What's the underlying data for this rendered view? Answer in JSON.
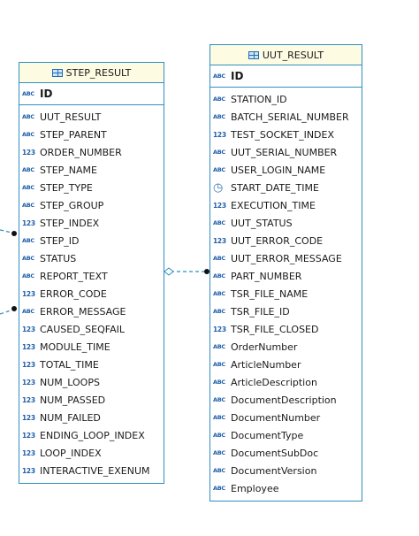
{
  "step_result": {
    "title": "STEP_RESULT",
    "id_col": {
      "icon": "ABC",
      "name": "ID"
    },
    "columns": [
      {
        "icon": "ABC",
        "name": "UUT_RESULT"
      },
      {
        "icon": "ABC",
        "name": "STEP_PARENT"
      },
      {
        "icon": "123",
        "name": "ORDER_NUMBER"
      },
      {
        "icon": "ABC",
        "name": "STEP_NAME"
      },
      {
        "icon": "ABC",
        "name": "STEP_TYPE"
      },
      {
        "icon": "ABC",
        "name": "STEP_GROUP"
      },
      {
        "icon": "123",
        "name": "STEP_INDEX"
      },
      {
        "icon": "ABC",
        "name": "STEP_ID"
      },
      {
        "icon": "ABC",
        "name": "STATUS"
      },
      {
        "icon": "ABC",
        "name": "REPORT_TEXT"
      },
      {
        "icon": "123",
        "name": "ERROR_CODE"
      },
      {
        "icon": "ABC",
        "name": "ERROR_MESSAGE"
      },
      {
        "icon": "123",
        "name": "CAUSED_SEQFAIL"
      },
      {
        "icon": "123",
        "name": "MODULE_TIME"
      },
      {
        "icon": "123",
        "name": "TOTAL_TIME"
      },
      {
        "icon": "123",
        "name": "NUM_LOOPS"
      },
      {
        "icon": "123",
        "name": "NUM_PASSED"
      },
      {
        "icon": "123",
        "name": "NUM_FAILED"
      },
      {
        "icon": "123",
        "name": "ENDING_LOOP_INDEX"
      },
      {
        "icon": "123",
        "name": "LOOP_INDEX"
      },
      {
        "icon": "123",
        "name": "INTERACTIVE_EXENUM"
      }
    ]
  },
  "uut_result": {
    "title": "UUT_RESULT",
    "id_col": {
      "icon": "ABC",
      "name": "ID"
    },
    "columns": [
      {
        "icon": "ABC",
        "name": "STATION_ID"
      },
      {
        "icon": "ABC",
        "name": "BATCH_SERIAL_NUMBER"
      },
      {
        "icon": "123",
        "name": "TEST_SOCKET_INDEX"
      },
      {
        "icon": "ABC",
        "name": "UUT_SERIAL_NUMBER"
      },
      {
        "icon": "ABC",
        "name": "USER_LOGIN_NAME"
      },
      {
        "icon": "clock",
        "name": "START_DATE_TIME"
      },
      {
        "icon": "123",
        "name": "EXECUTION_TIME"
      },
      {
        "icon": "ABC",
        "name": "UUT_STATUS"
      },
      {
        "icon": "123",
        "name": "UUT_ERROR_CODE"
      },
      {
        "icon": "ABC",
        "name": "UUT_ERROR_MESSAGE"
      },
      {
        "icon": "ABC",
        "name": "PART_NUMBER"
      },
      {
        "icon": "ABC",
        "name": "TSR_FILE_NAME"
      },
      {
        "icon": "ABC",
        "name": "TSR_FILE_ID"
      },
      {
        "icon": "123",
        "name": "TSR_FILE_CLOSED"
      },
      {
        "icon": "ABC",
        "name": "OrderNumber"
      },
      {
        "icon": "ABC",
        "name": "ArticleNumber"
      },
      {
        "icon": "ABC",
        "name": "ArticleDescription"
      },
      {
        "icon": "ABC",
        "name": "DocumentDescription"
      },
      {
        "icon": "ABC",
        "name": "DocumentNumber"
      },
      {
        "icon": "ABC",
        "name": "DocumentType"
      },
      {
        "icon": "ABC",
        "name": "DocumentSubDoc"
      },
      {
        "icon": "ABC",
        "name": "DocumentVersion"
      },
      {
        "icon": "ABC",
        "name": "Employee"
      }
    ]
  },
  "colors": {
    "border": "#2f8fbf",
    "header_bg": "#fdfbe2",
    "link": "#2f8fbf"
  }
}
